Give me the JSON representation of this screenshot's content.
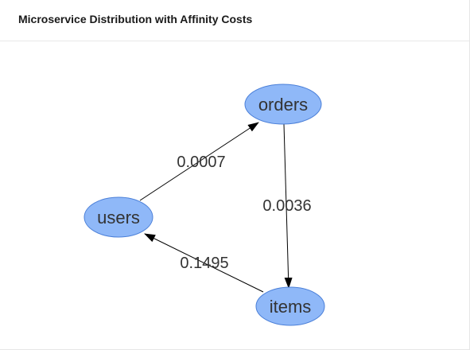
{
  "panel": {
    "title": "Microservice Distribution with Affinity Costs"
  },
  "graph": {
    "node_color": "#8fb8f8",
    "node_border_color": "#4a7fd8",
    "nodes": [
      {
        "id": "orders",
        "label": "orders"
      },
      {
        "id": "users",
        "label": "users"
      },
      {
        "id": "items",
        "label": "items"
      }
    ],
    "edges": [
      {
        "from": "users",
        "to": "orders",
        "label": "0.0007"
      },
      {
        "from": "orders",
        "to": "items",
        "label": "0.0036"
      },
      {
        "from": "items",
        "to": "users",
        "label": "0.1495"
      }
    ]
  }
}
